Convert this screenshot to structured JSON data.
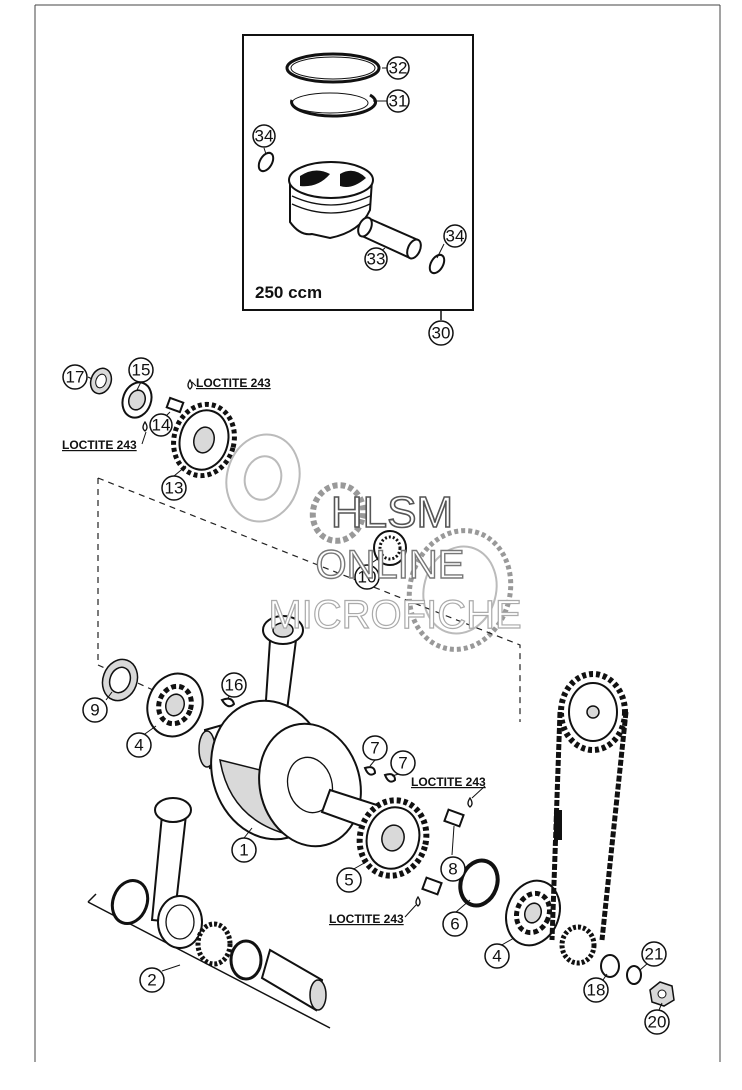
{
  "diagram": {
    "piston_kit": {
      "caption": "250 ccm",
      "kit_callout": "30"
    },
    "notes": {
      "loctite_a": "LOCTITE 243",
      "loctite_b": "LOCTITE 243",
      "loctite_c": "LOCTITE 243",
      "loctite_d": "LOCTITE 243"
    },
    "callouts": {
      "c32": "32",
      "c31": "31",
      "c34a": "34",
      "c34b": "34",
      "c33": "33",
      "c30": "30",
      "c17": "17",
      "c15": "15",
      "c14": "14",
      "c13": "13",
      "c10": "10",
      "c9": "9",
      "c4a": "4",
      "c16": "16",
      "c1": "1",
      "c2": "2",
      "c7a": "7",
      "c7b": "7",
      "c8": "8",
      "c5": "5",
      "c6": "6",
      "c4b": "4",
      "c18": "18",
      "c21": "21",
      "c20": "20"
    },
    "watermark": {
      "line1": "HLSM",
      "line2": "ONLINE",
      "line3": "MICROFICHE"
    }
  }
}
